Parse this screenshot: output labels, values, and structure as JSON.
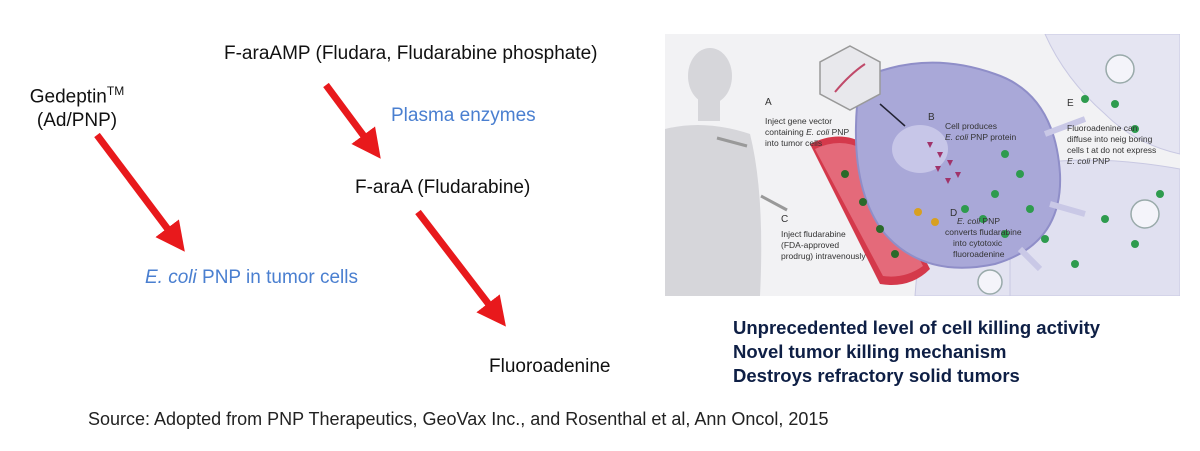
{
  "left_diagram": {
    "gedeptin_line1": "Gedeptin",
    "gedeptin_tm": "TM",
    "gedeptin_line2": "(Ad/PNP)",
    "ecoli_italic": "E. coli",
    "ecoli_rest": " PNP in tumor cells",
    "faramp": "F-araAMP (Fludara, Fludarabine phosphate)",
    "plasma_enzymes": "Plasma enzymes",
    "faraa": "F-araA (Fludarabine)",
    "fluoroadenine": "Fluoroadenine"
  },
  "figure": {
    "label_a": "A",
    "a_line1": "Inject gene vector",
    "a_line2_pre": "containing ",
    "a_line2_ital": "E. coli",
    "a_line2_post": " PNP",
    "a_line3": "into tumor cells",
    "label_b": "B",
    "b_line1": "Cell produces",
    "b_line2_ital": "E. coli",
    "b_line2_post": " PNP protein",
    "label_c": "C",
    "c_line1": "Inject fludarabine",
    "c_line2": "(FDA-approved",
    "c_line3": "prodrug) intravenously",
    "label_d": "D",
    "d_line1_ital": "E. coli",
    "d_line1_post": " PNP",
    "d_line2": "converts fludarabine",
    "d_line3": "into cytotoxic",
    "d_line4": "fluoroadenine",
    "label_e": "E",
    "e_line1": "Fluoroadenine can",
    "e_line2": "diffuse into neig boring",
    "e_line3": "cells t at do not express",
    "e_line4_ital": "E. coli",
    "e_line4_post": " PNP"
  },
  "highlights": [
    "Unprecedented level of cell killing activity",
    "Novel tumor killing mechanism",
    "Destroys refractory solid tumors"
  ],
  "source": "Source: Adopted from PNP Therapeutics, GeoVax Inc., and Rosenthal et al, Ann Oncol, 2015",
  "colors": {
    "arrow": "#e8191c",
    "blue_text": "#4a7fd0",
    "highlight_text": "#0e1f45"
  }
}
